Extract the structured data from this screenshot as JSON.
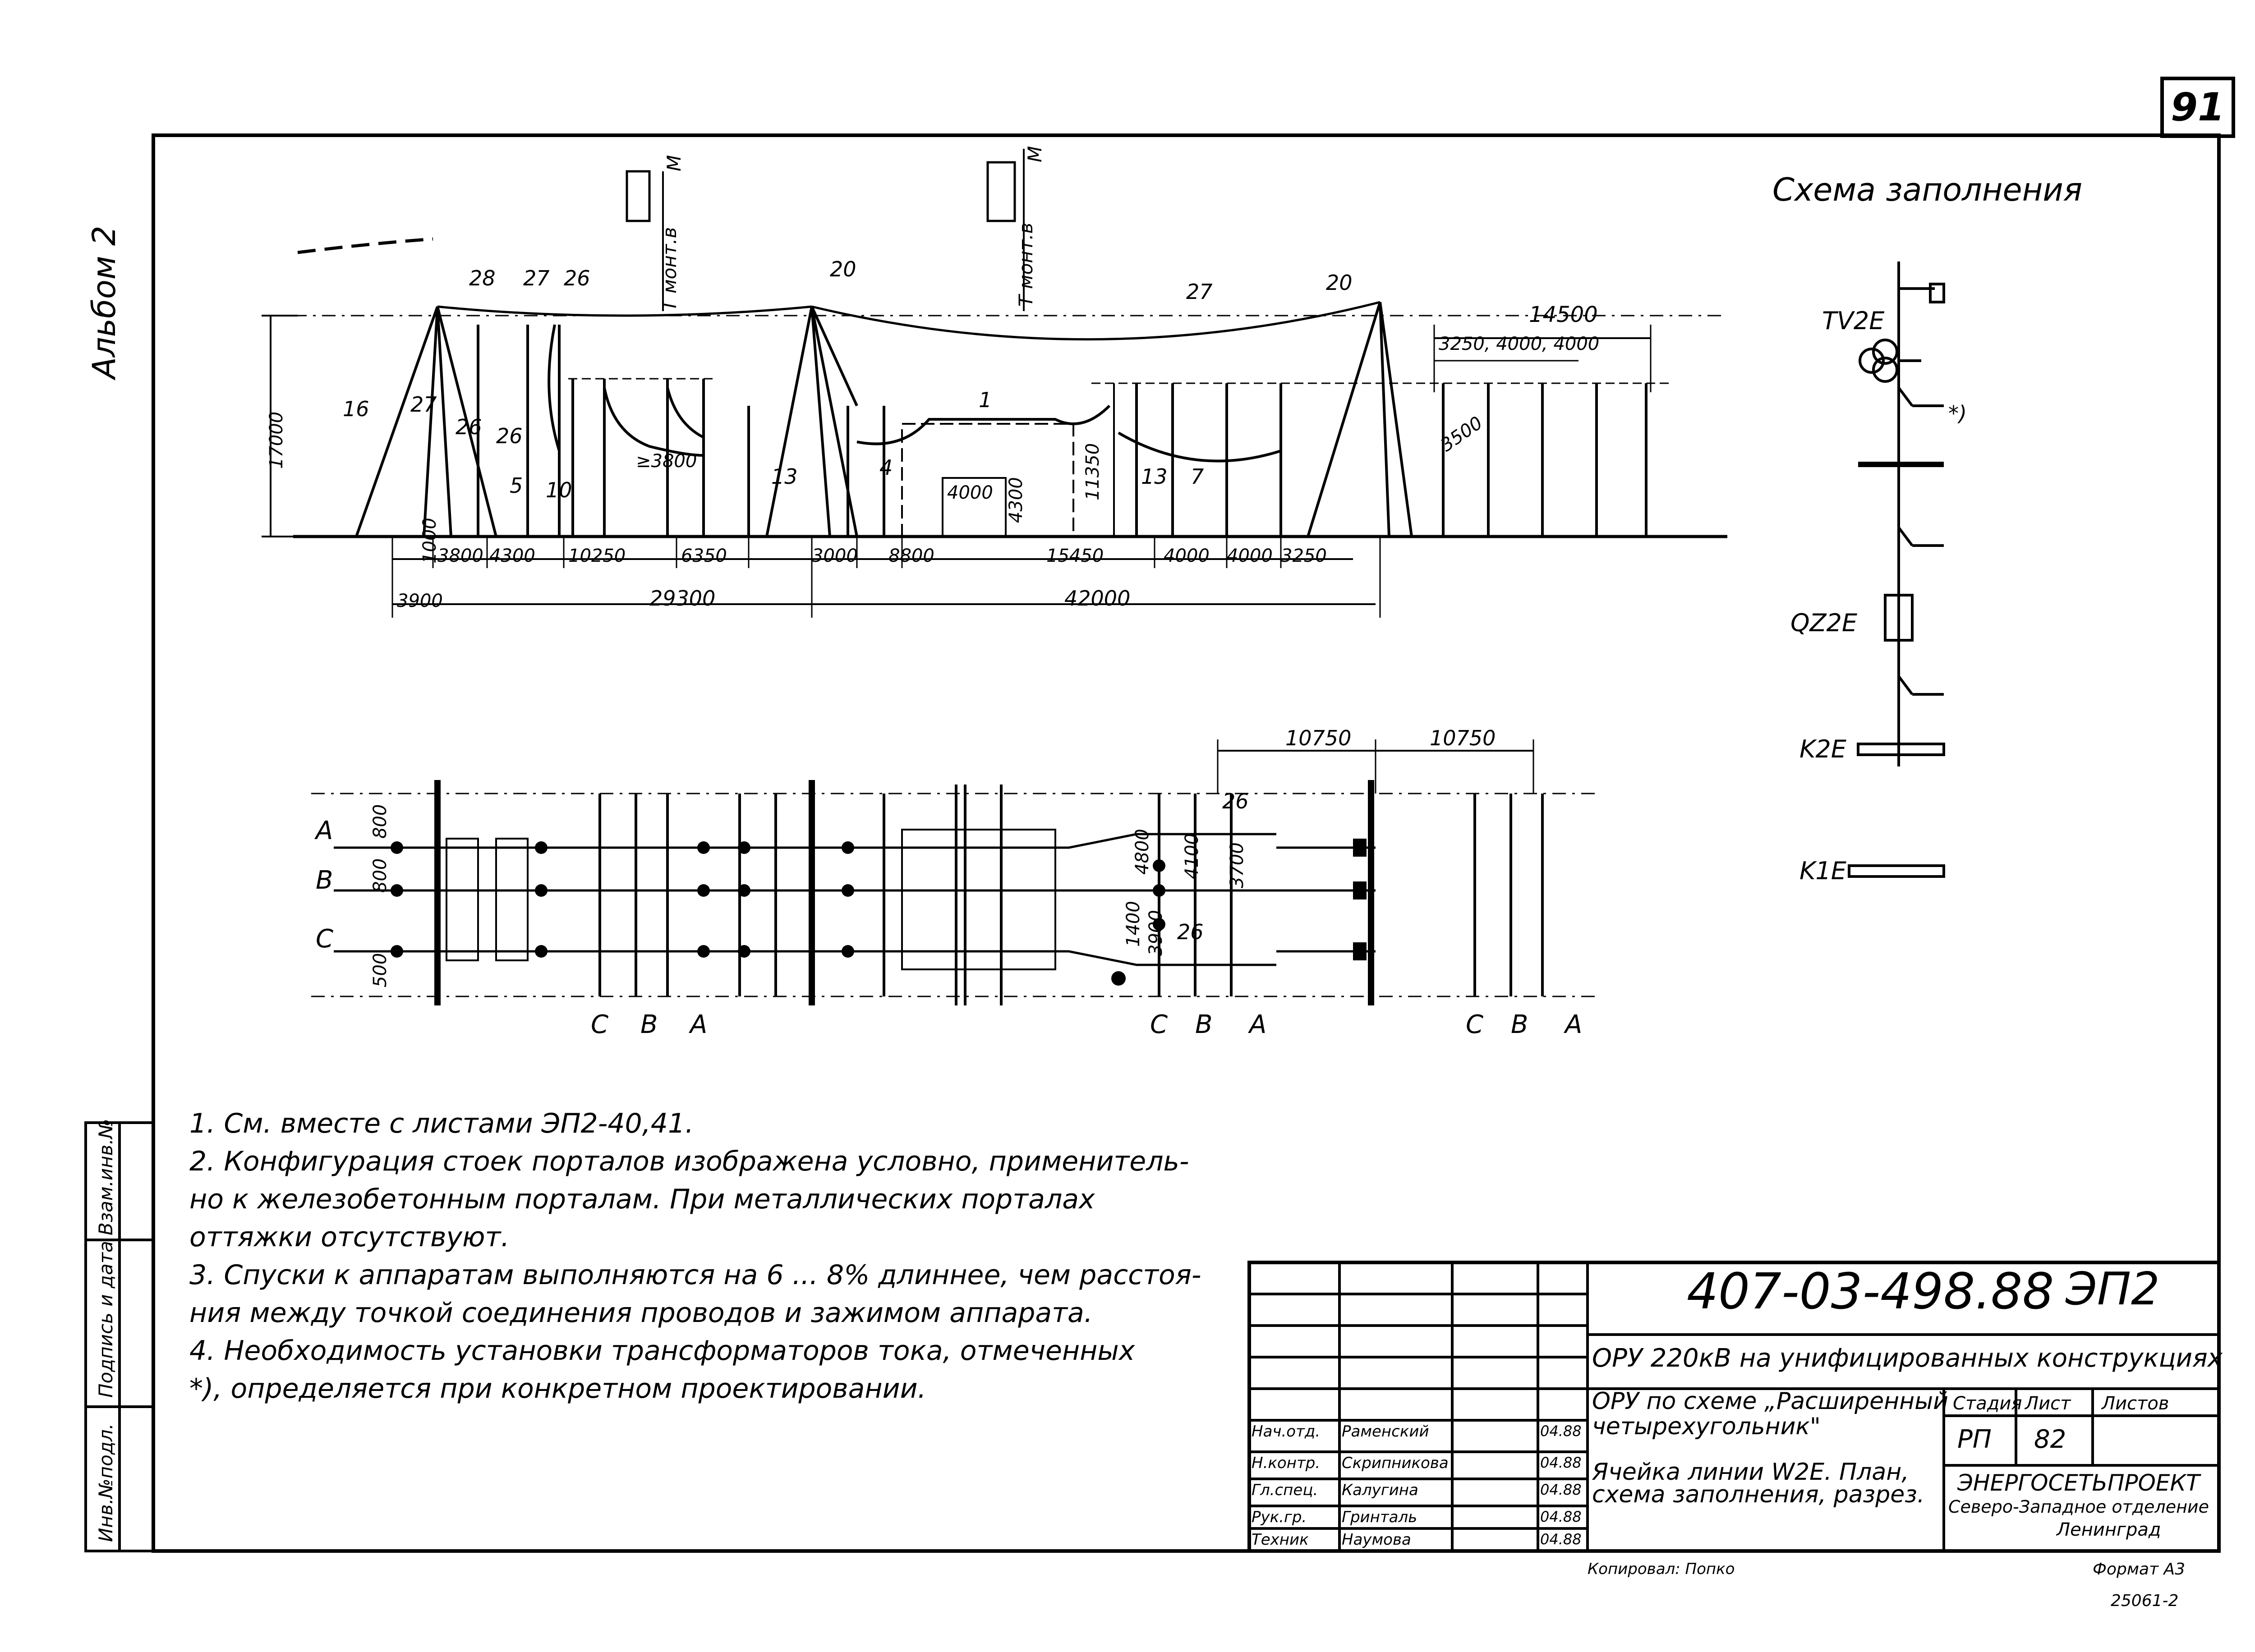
{
  "sheet_number": "91",
  "album": "Альбом 2",
  "scheme_title": "Схема заполнения",
  "section_dims": {
    "height": "17000",
    "top_span": "14500",
    "top_sub": "3250, 4000, 4000",
    "h11350": "11350",
    "d4000": "4000",
    "d4300": "4300",
    "d3800": "≥3800",
    "d3500": "3500",
    "bottom": [
      "3800",
      "4300",
      "10250",
      "6350",
      "3000",
      "8800",
      "15450",
      "4000",
      "4000",
      "3250"
    ],
    "d3900": "3900",
    "d29300": "29300",
    "d42000": "42000",
    "d1000": "1000"
  },
  "item_labels": [
    "28",
    "27",
    "26",
    "20",
    "20",
    "27",
    "20",
    "16",
    "27",
    "26",
    "26",
    "5",
    "10",
    "1",
    "4",
    "13",
    "13",
    "7"
  ],
  "plan_dims": {
    "d10750a": "10750",
    "d10750b": "10750",
    "v800": "800",
    "v800b": "800",
    "v500": "500",
    "v4800": "4800",
    "v4100": "4100",
    "v3700": "3700",
    "v1400": "1400",
    "v3900": "3900"
  },
  "plan_labels": {
    "n26a": "26",
    "n26b": "26"
  },
  "phases_left": [
    "A",
    "B",
    "C"
  ],
  "phase_groups": [
    [
      "C",
      "B",
      "A"
    ],
    [
      "C",
      "B",
      "A"
    ],
    [
      "C",
      "B",
      "A"
    ]
  ],
  "scheme_labels": {
    "tv": "TV2E",
    "qz": "QZ2E",
    "k2": "K2E",
    "k1": "K1E",
    "star": "*)"
  },
  "notes": [
    "1. См. вместе с листами ЭП2-40,41.",
    "2. Конфигурация стоек порталов изображена условно, применитель-",
    "но к железобетонным порталам. При металлических порталах",
    "оттяжки отсутствуют.",
    "3. Спуски к аппаратам выполняются на 6 ... 8% длиннее, чем расстоя-",
    "ния между точкой соединения проводов и зажимом аппарата.",
    "4. Необходимость установки трансформаторов тока, отмеченных",
    "*), определяется при конкретном проектировании."
  ],
  "side_stamp": [
    "Инв.№подл.",
    "Подпись и дата",
    "Взам.инв.№"
  ],
  "title_block": {
    "code": "407-03-498.88",
    "section": "ЭП2",
    "object": "ОРУ 220кВ на унифицированных конструкциях",
    "scheme": "ОРУ по схеме „Расширенный четырехугольник\"",
    "sheet_title": "Ячейка линии W2E. План, схема заполнения, разрез.",
    "stage_header": "Стадия",
    "sheet_header": "Лист",
    "sheets_header": "Листов",
    "stage": "РП",
    "sheet": "82",
    "org1": "ЭНЕРГОСЕТЬПРОЕКТ",
    "org2": "Северо-Западное отделение",
    "org3": "Ленинград",
    "copied": "Копировал: Попко",
    "format": "Формат А3",
    "footer_num": "25061-2",
    "people": [
      {
        "role": "Нач.отд.",
        "name": "Раменский",
        "date": "04.88"
      },
      {
        "role": "Н.контр.",
        "name": "Скрипникова",
        "date": "04.88"
      },
      {
        "role": "Гл.спец.",
        "name": "Калугина",
        "date": "04.88"
      },
      {
        "role": "Рук.гр.",
        "name": "Гринталь",
        "date": "04.88"
      },
      {
        "role": "Техник",
        "name": "Наумова",
        "date": "04.88"
      }
    ]
  },
  "top_marks": [
    "Т монт.в",
    "Т монт.в",
    "М",
    "М"
  ]
}
